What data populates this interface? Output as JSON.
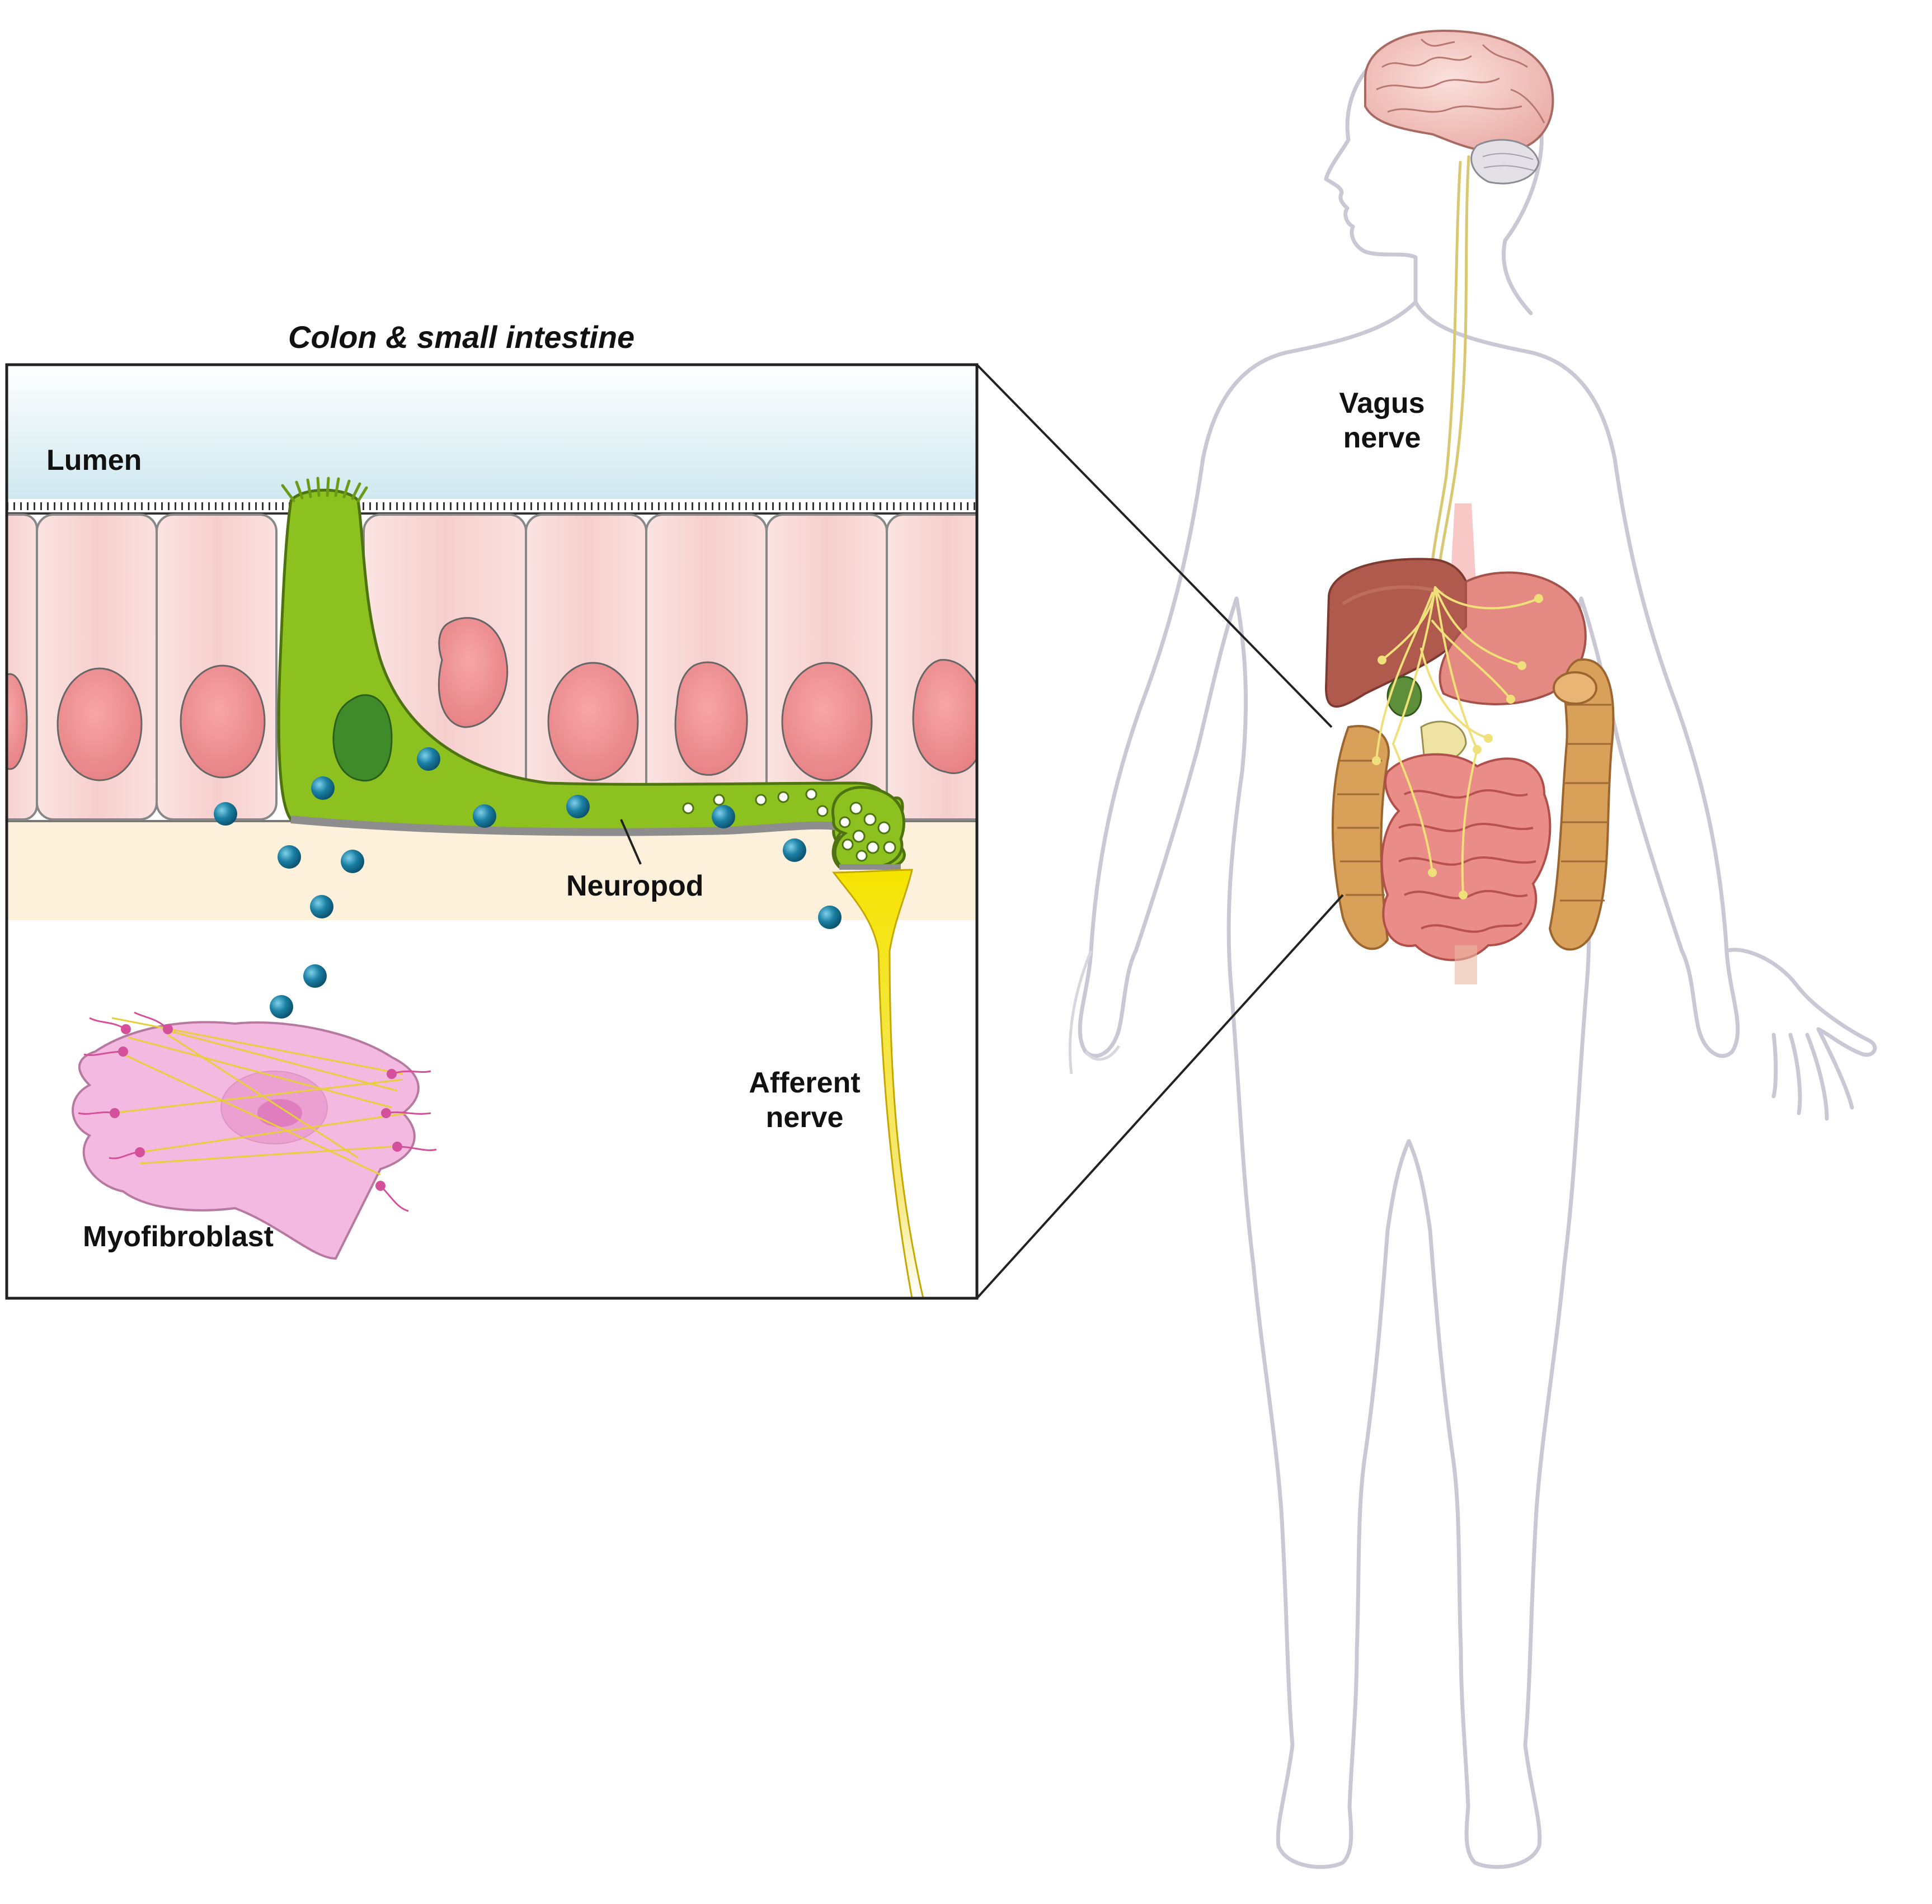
{
  "inset": {
    "title": "Colon & small intestine",
    "labels": {
      "lumen": "Lumen",
      "neuropod": "Neuropod",
      "afferent_nerve_line1": "Afferent",
      "afferent_nerve_line2": "nerve",
      "myofibroblast": "Myofibroblast"
    }
  },
  "body": {
    "labels": {
      "vagus_nerve_line1": "Vagus",
      "vagus_nerve_line2": "nerve"
    }
  },
  "colors": {
    "enterocyte": "#f8d5d3",
    "enterocyte_nucleus": "#ec8c8e",
    "neuropod_cell": "#8cc11f",
    "neuropod_nucleus": "#3f8b2a",
    "secretory_granule": "#1a7fa3",
    "afferent_nerve": "#f2e21a",
    "lumen": "#d7ecf2",
    "submucosa": "#fdf1dc",
    "myofibroblast": "#f4b9e0",
    "body_outline": "#c9c8d4",
    "vagus": "#d9c872"
  }
}
